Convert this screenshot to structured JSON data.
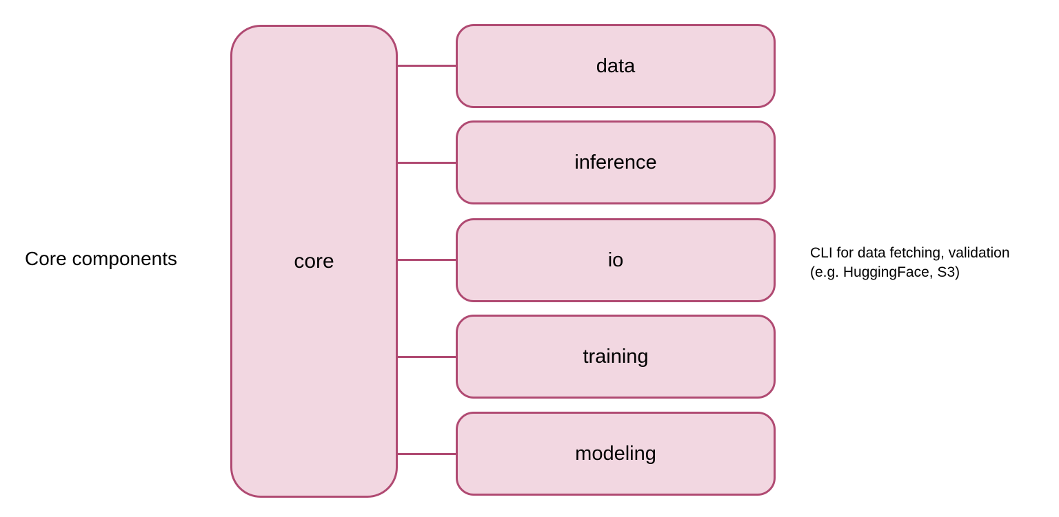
{
  "diagram": {
    "side_label": "Core components",
    "root": {
      "label": "core"
    },
    "children": [
      {
        "label": "data"
      },
      {
        "label": "inference"
      },
      {
        "label": "io"
      },
      {
        "label": "training"
      },
      {
        "label": "modeling"
      }
    ],
    "annotation": {
      "line1": "CLI for data fetching, validation",
      "line2": "(e.g. HuggingFace, S3)"
    },
    "colors": {
      "node_fill": "#f2d7e1",
      "node_stroke": "#b04a72",
      "text": "#000000",
      "background": "#ffffff"
    }
  }
}
